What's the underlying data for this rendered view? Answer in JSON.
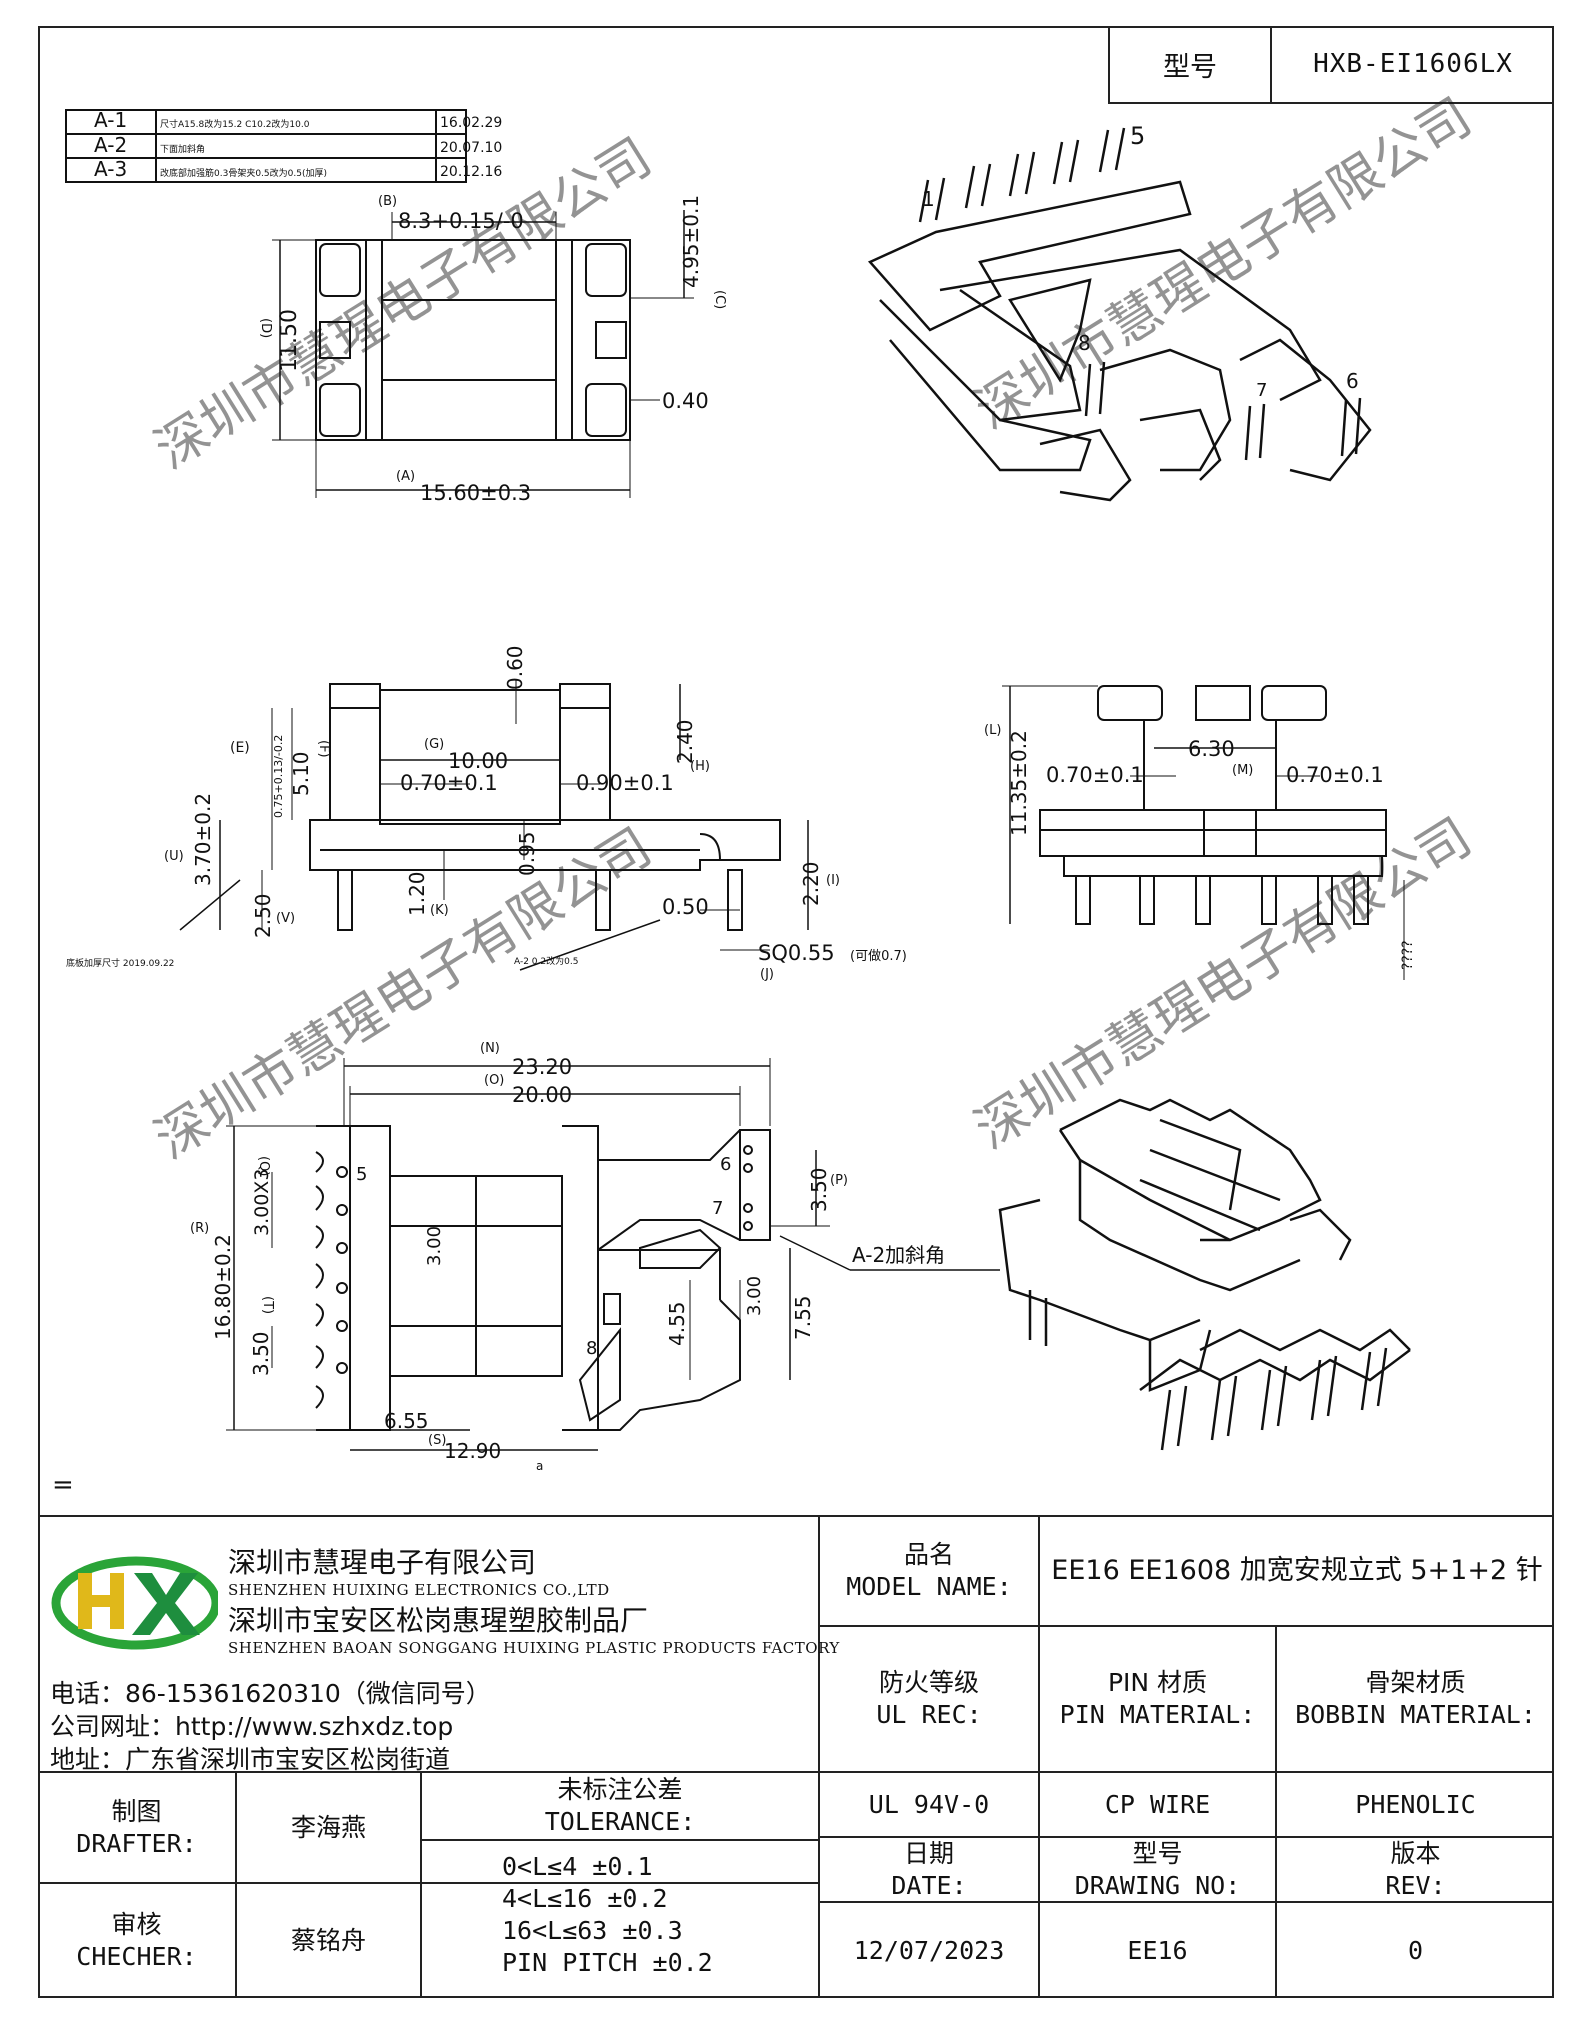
{
  "header": {
    "model_label": "型号",
    "model_value": "HXB-EI1606LX"
  },
  "revision_table": [
    {
      "rev": "A-1",
      "desc": "尺寸A15.8改为15.2 C10.2改为10.0",
      "date": "16.02.29"
    },
    {
      "rev": "A-2",
      "desc": "下面加斜角",
      "date": "20.07.10"
    },
    {
      "rev": "A-3",
      "desc": "改底部加强筋0.3骨架夹0.5改为0.5(加厚)",
      "date": "20.12.16"
    }
  ],
  "top_view": {
    "b_label": "(B)",
    "b_dim": "8.3+0.15/-0",
    "c_label": "(C)",
    "c_dim": "4.95±0.1",
    "d_label": "(D)",
    "d_dim": "11.50",
    "a_label": "(A)",
    "a_dim": "15.60±0.3",
    "r04": "0.40"
  },
  "side_view": {
    "e_label": "(E)",
    "f_label": "(F)",
    "f_dim": "5.10",
    "tol_small": "0.75+0.13/-0.2",
    "g_label": "(G)",
    "g_dim": "10.00",
    "dim_060": "0.60",
    "dim_070": "0.70±0.1",
    "dim_090": "0.90±0.1",
    "h_label": "(H)",
    "h_dim": "2.40",
    "u_label": "(U)",
    "u_dim": "3.70±0.2",
    "v_label": "(V)",
    "v_dim": "2.50",
    "k_label": "(K)",
    "k_dim": "1.20",
    "dim_095": "0.95",
    "i_label": "(I)",
    "i_dim": "2.20",
    "dim_050": "0.50",
    "j_label": "(J)",
    "sq": "SQ0.55",
    "sq_note": "(可做0.7)",
    "note_left": "底板加厚尺寸 2019.09.22",
    "note_a2": "A-2 0.2改为0.5"
  },
  "end_view": {
    "l_label": "(L)",
    "l_dim": "11.35±0.2",
    "dim_630": "6.30",
    "m_label": "(M)",
    "dim_070a": "0.70±0.1",
    "dim_070b": "0.70±0.1",
    "qmark": "????"
  },
  "bottom_view": {
    "n_label": "(N)",
    "n_dim": "23.20",
    "o_label": "(O)",
    "o_dim": "20.00",
    "q_label": "(Q)",
    "q_dim": "3.00X3",
    "r_label": "(R)",
    "r_dim": "16.80±0.2",
    "t_label": "(T)",
    "t_dim": "3.50",
    "dim_300": "3.00",
    "dim_455": "4.55",
    "dim_300b": "3.00",
    "dim_755": "7.55",
    "p_label": "(P)",
    "p_dim": "3.50",
    "dim_655": "6.55",
    "s_label": "(S)",
    "s_dim": "12.90",
    "a2_note": "A-2加斜角",
    "pin5": "5",
    "pin6": "6",
    "pin7": "7",
    "pin8": "8",
    "bottom_mark": "a"
  },
  "iso_view": {
    "pin1": "1",
    "pin5": "5",
    "pin6": "6",
    "pin7": "7",
    "pin8": "8"
  },
  "watermark": "深圳市慧瑆电子有限公司",
  "eq_mark": "=",
  "title_block": {
    "logo_text": "HX",
    "company_cn": "深圳市慧瑆电子有限公司",
    "company_en": "SHENZHEN HUIXING ELECTRONICS CO.,LTD",
    "factory_cn": "深圳市宝安区松岗惠瑆塑胶制品厂",
    "factory_en": "SHENZHEN BAOAN SONGGANG HUIXING PLASTIC PRODUCTS FACTORY",
    "phone": "电话：86-15361620310（微信同号）",
    "website": "公司网址：http://www.szhxdz.top",
    "address": "地址：广东省深圳市宝安区松岗街道",
    "model_name_cn": "品名",
    "model_name_en": "MODEL NAME:",
    "model_name_value": "EE16 EE1608 加宽安规立式 5+1+2 针",
    "ul_cn": "防火等级",
    "ul_en": "UL REC:",
    "pin_cn": "PIN 材质",
    "pin_en": "PIN MATERIAL:",
    "bobbin_cn": "骨架材质",
    "bobbin_en": "BOBBIN MATERIAL:",
    "drafter_cn": "制图",
    "drafter_en": "DRAFTER:",
    "drafter_name": "李海燕",
    "checker_cn": "审核",
    "checker_en": "CHECHER:",
    "checker_name": "蔡铭舟",
    "tol_cn": "未标注公差",
    "tol_en": "TOLERANCE:",
    "tol_1": "0<L≤4  ±0.1",
    "tol_2": "4<L≤16 ±0.2",
    "tol_3": "16<L≤63 ±0.3",
    "tol_4": "PIN PITCH ±0.2",
    "ul_value": "UL 94V-0",
    "pin_value": "CP WIRE",
    "bobbin_value": "PHENOLIC",
    "date_cn": "日期",
    "date_en": "DATE:",
    "drawing_cn": "型号",
    "drawing_en": "DRAWING NO:",
    "rev_cn": "版本",
    "rev_en": "REV:",
    "date_value": "12/07/2023",
    "drawing_value": "EE16",
    "rev_value": "0"
  }
}
